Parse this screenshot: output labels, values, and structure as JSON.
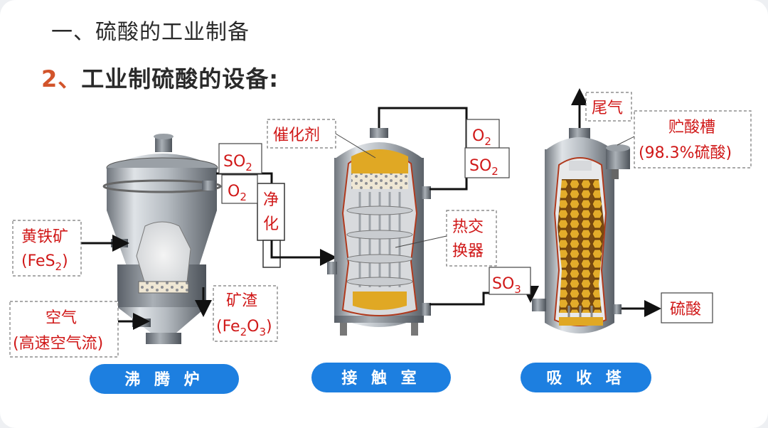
{
  "heading": {
    "line1": "一、硫酸的工业制备",
    "line2_num": "2、",
    "line2_text": "工业制硫酸的设备:"
  },
  "furnace": {
    "pill": "沸 腾 炉",
    "pyrite": "黄铁矿",
    "pyrite_formula": "FeS",
    "pyrite_sub": "2",
    "air": "空气",
    "air_note": "(高速空气流)",
    "slag": "矿渣",
    "slag_f1": "Fe",
    "slag_s1": "2",
    "slag_f2": "O",
    "slag_s2": "3",
    "out_so2": "SO",
    "out_so2_sub": "2",
    "out_o2": "O",
    "out_o2_sub": "2",
    "purify1": "净",
    "purify2": "化"
  },
  "contact": {
    "pill": "接 触 室",
    "catalyst": "催化剂",
    "recycle_o2": "O",
    "recycle_o2_sub": "2",
    "recycle_so2": "SO",
    "recycle_so2_sub": "2",
    "heat1": "热交",
    "heat2": "换器",
    "out_so3": "SO",
    "out_so3_sub": "3"
  },
  "absorber": {
    "pill": "吸 收 塔",
    "tail": "尾气",
    "tank": "贮酸槽",
    "tank_note": "(98.3%硫酸)",
    "acid": "硫酸"
  },
  "colors": {
    "label_red": "#d01818",
    "pill_blue": "#1d7fe0",
    "packing_gold": "#d9a21c",
    "shell_red": "#b03a1e"
  }
}
